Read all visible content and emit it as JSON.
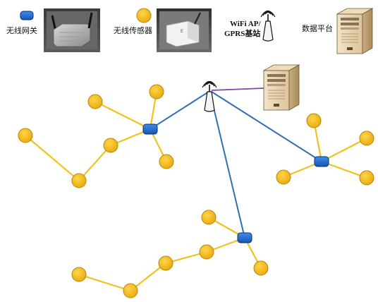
{
  "legend": {
    "gateway_label": "无线网关",
    "sensor_label": "无线传感器",
    "ap_label_line1": "WiFi AP/",
    "ap_label_line2": "GPRS基站",
    "platform_label": "数据平台"
  },
  "colors": {
    "sensor_fill": "#F5BD14",
    "sensor_stroke": "#B8860B",
    "sensor_link": "#F0C21E",
    "gateway_fill": "#1E6FD9",
    "gateway_stroke": "#0A2F6B",
    "backbone_link": "#2F6FB5",
    "platform_link": "#7B4AA8"
  },
  "icons": {
    "gateway_photo": "gateway-device-photo",
    "sensor_photo": "sensor-device-photo",
    "antenna": "antenna-tower-icon",
    "server": "server-icon"
  }
}
